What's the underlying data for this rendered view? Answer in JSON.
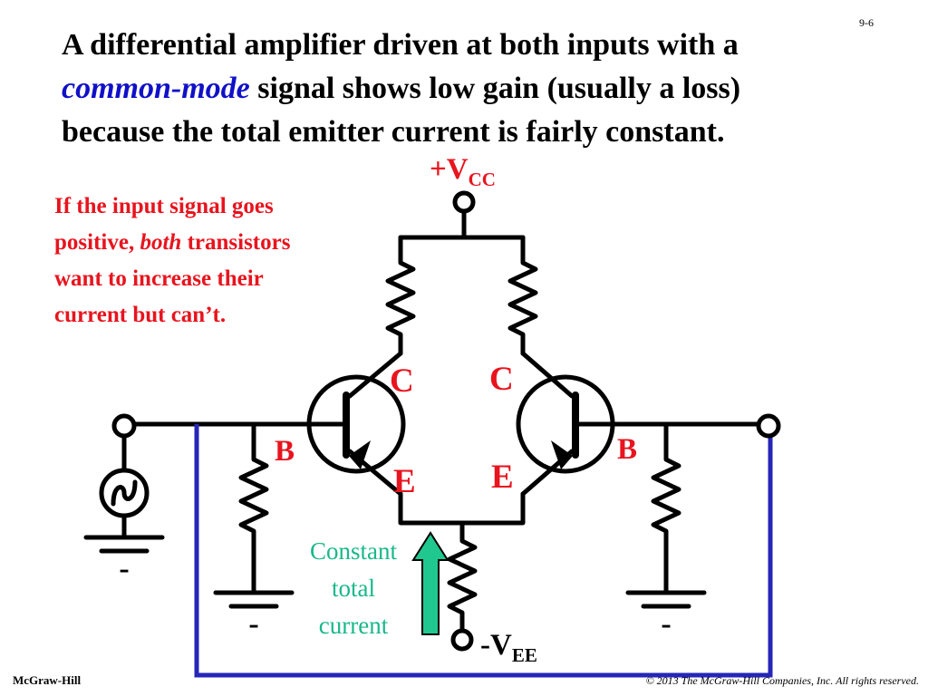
{
  "slide_number": "9-6",
  "headline": {
    "line1": "A differential amplifier driven at both inputs with a",
    "line2_em": "common-mode",
    "line2_rest": " signal shows low gain (usually a loss)",
    "line3": "because the total emitter current is fairly constant."
  },
  "side_note": {
    "part1": "If the input signal goes positive, ",
    "em": "both",
    "part2": " transistors want to increase their current but can’t."
  },
  "circuit": {
    "vcc_prefix": "+V",
    "vcc_sub": "CC",
    "vee_prefix": "-V",
    "vee_sub": "EE",
    "left_collector": "C",
    "right_collector": "C",
    "left_emitter": "E",
    "right_emitter": "E",
    "left_base": "B",
    "right_base": "B",
    "source_symbol": "~",
    "left_ground_minus": "-",
    "middle_ground_minus": "-",
    "right_ground_minus": "-"
  },
  "current_caption": {
    "line1": "Constant",
    "line2": "total",
    "line3": "current"
  },
  "colors": {
    "wire": "#000000",
    "common_mode_link": "#2626b8",
    "note_text": "#e8141e",
    "emphasis_blue": "#1010c8",
    "arrow_fill": "#20c890",
    "caption_text": "#18b88a"
  },
  "footer": {
    "left": "McGraw-Hill",
    "right": "© 2013 The McGraw-Hill Companies, Inc. All rights reserved."
  }
}
